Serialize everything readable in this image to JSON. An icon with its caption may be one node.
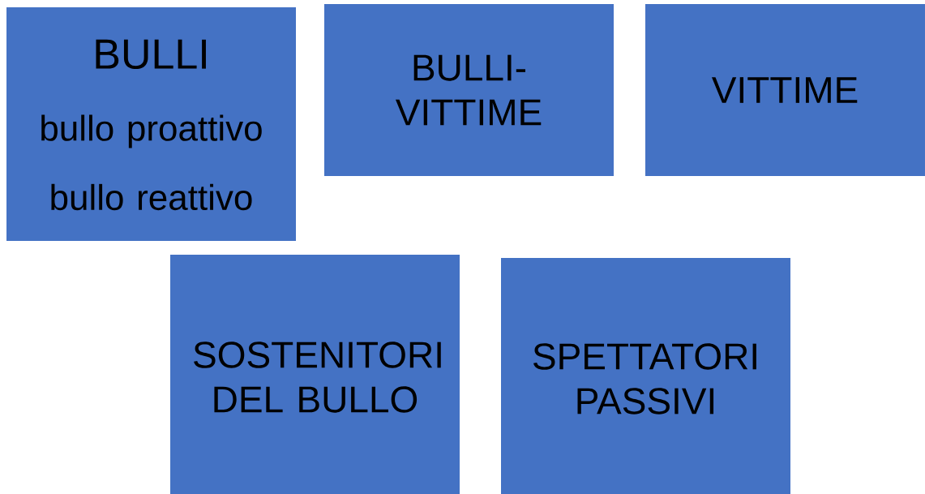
{
  "diagram": {
    "nodes": [
      {
        "text": [
          "BULLI",
          "bullo proattivo",
          "bullo reattivo"
        ]
      },
      {
        "text": [
          "BULLI- VITTIME"
        ]
      },
      {
        "text": [
          "VITTIME"
        ]
      },
      {
        "text": [
          "SOSTENITORI DEL BULLO"
        ]
      },
      {
        "text": [
          "SPETTATORI PASSIVI"
        ]
      }
    ]
  }
}
